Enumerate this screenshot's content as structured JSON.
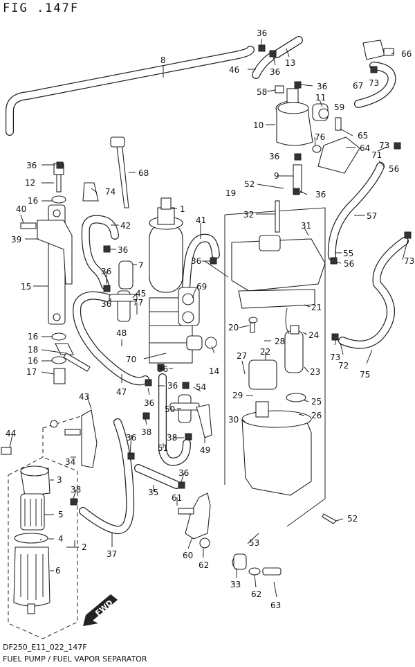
{
  "header": {
    "figure_label": "FIG .147F"
  },
  "footer": {
    "drawing_code": "DF250_E11_022_147F",
    "caption": "FUEL PUMP / FUEL VAPOR SEPARATOR"
  },
  "badges": {
    "fwd": "FWD"
  },
  "callouts": [
    {
      "label": "36"
    },
    {
      "label": "8"
    },
    {
      "label": "46"
    },
    {
      "label": "36"
    },
    {
      "label": "13"
    },
    {
      "label": "66"
    },
    {
      "label": "73"
    },
    {
      "label": "67"
    },
    {
      "label": "58"
    },
    {
      "label": "36"
    },
    {
      "label": "11"
    },
    {
      "label": "59"
    },
    {
      "label": "10"
    },
    {
      "label": "76"
    },
    {
      "label": "65"
    },
    {
      "label": "64"
    },
    {
      "label": "73"
    },
    {
      "label": "71"
    },
    {
      "label": "56"
    },
    {
      "label": "36"
    },
    {
      "label": "36"
    },
    {
      "label": "68"
    },
    {
      "label": "12"
    },
    {
      "label": "74"
    },
    {
      "label": "9"
    },
    {
      "label": "52"
    },
    {
      "label": "36"
    },
    {
      "label": "19"
    },
    {
      "label": "16"
    },
    {
      "label": "40"
    },
    {
      "label": "1"
    },
    {
      "label": "32"
    },
    {
      "label": "57"
    },
    {
      "label": "42"
    },
    {
      "label": "41"
    },
    {
      "label": "31"
    },
    {
      "label": "39"
    },
    {
      "label": "36"
    },
    {
      "label": "55"
    },
    {
      "label": "36"
    },
    {
      "label": "7"
    },
    {
      "label": "36"
    },
    {
      "label": "56"
    },
    {
      "label": "73"
    },
    {
      "label": "15"
    },
    {
      "label": "69"
    },
    {
      "label": "45"
    },
    {
      "label": "77"
    },
    {
      "label": "21"
    },
    {
      "label": "36"
    },
    {
      "label": "20"
    },
    {
      "label": "16"
    },
    {
      "label": "48"
    },
    {
      "label": "24"
    },
    {
      "label": "28"
    },
    {
      "label": "18"
    },
    {
      "label": "14"
    },
    {
      "label": "70"
    },
    {
      "label": "73"
    },
    {
      "label": "72"
    },
    {
      "label": "16"
    },
    {
      "label": "22"
    },
    {
      "label": "27"
    },
    {
      "label": "75"
    },
    {
      "label": "17"
    },
    {
      "label": "36"
    },
    {
      "label": "23"
    },
    {
      "label": "47"
    },
    {
      "label": "36"
    },
    {
      "label": "54"
    },
    {
      "label": "43"
    },
    {
      "label": "36"
    },
    {
      "label": "29"
    },
    {
      "label": "25"
    },
    {
      "label": "50"
    },
    {
      "label": "30"
    },
    {
      "label": "26"
    },
    {
      "label": "38"
    },
    {
      "label": "44"
    },
    {
      "label": "36"
    },
    {
      "label": "38"
    },
    {
      "label": "49"
    },
    {
      "label": "34"
    },
    {
      "label": "51"
    },
    {
      "label": "3"
    },
    {
      "label": "36"
    },
    {
      "label": "38"
    },
    {
      "label": "35"
    },
    {
      "label": "61"
    },
    {
      "label": "52"
    },
    {
      "label": "5"
    },
    {
      "label": "4"
    },
    {
      "label": "2"
    },
    {
      "label": "37"
    },
    {
      "label": "53"
    },
    {
      "label": "60"
    },
    {
      "label": "62"
    },
    {
      "label": "6"
    },
    {
      "label": "33"
    },
    {
      "label": "62"
    },
    {
      "label": "63"
    }
  ]
}
